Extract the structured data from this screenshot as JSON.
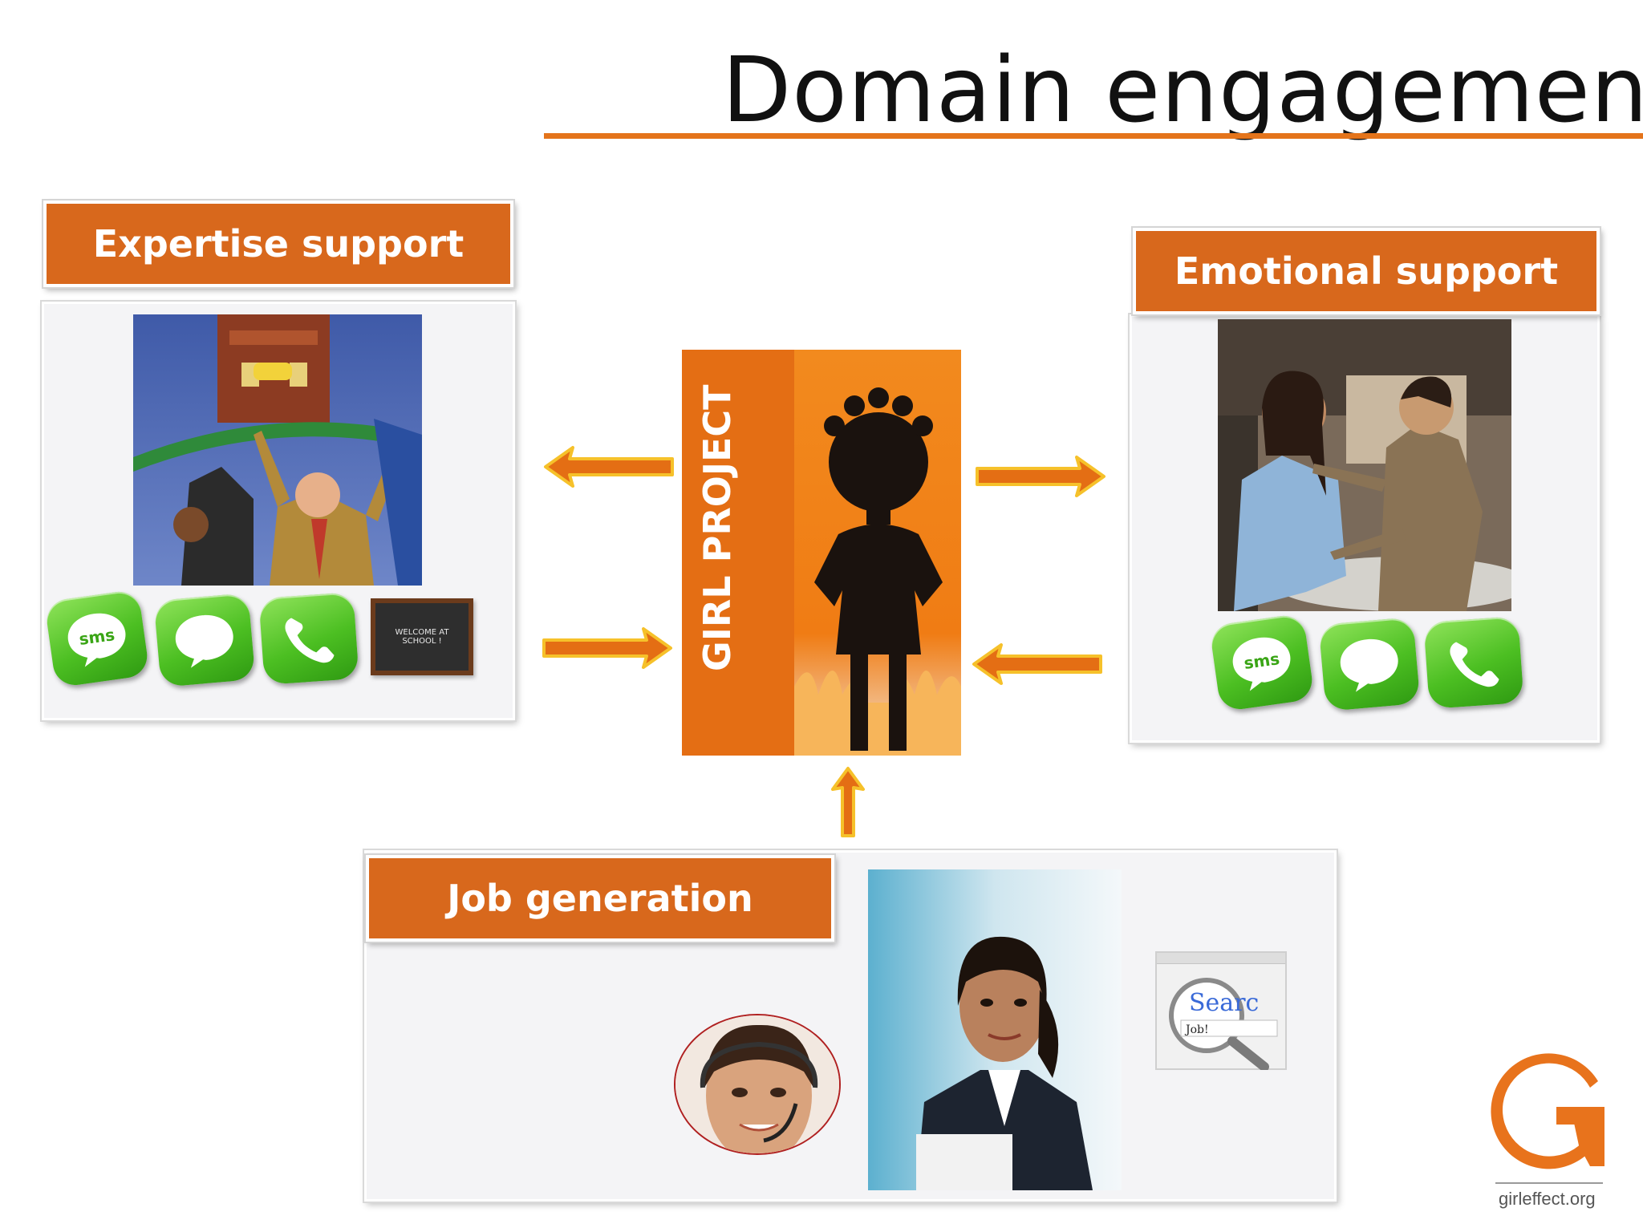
{
  "title": "Domain engagement",
  "center": {
    "label": "GIRL PROJECT"
  },
  "nodes": {
    "expertise": {
      "label": "Expertise support"
    },
    "emotional": {
      "label": "Emotional support"
    },
    "job": {
      "label": "Job generation"
    }
  },
  "icons": {
    "sms_text": "sms",
    "chalkboard_text": "WELCOME AT SCHOOL !",
    "search_text": "Searc",
    "search_query": "Job!"
  },
  "logo": {
    "caption": "girleffect.org"
  },
  "colors": {
    "accent": "#e4741b",
    "label_bar": "#d8681c",
    "center": "#e46e14",
    "icon_green": "#4cbf22"
  }
}
